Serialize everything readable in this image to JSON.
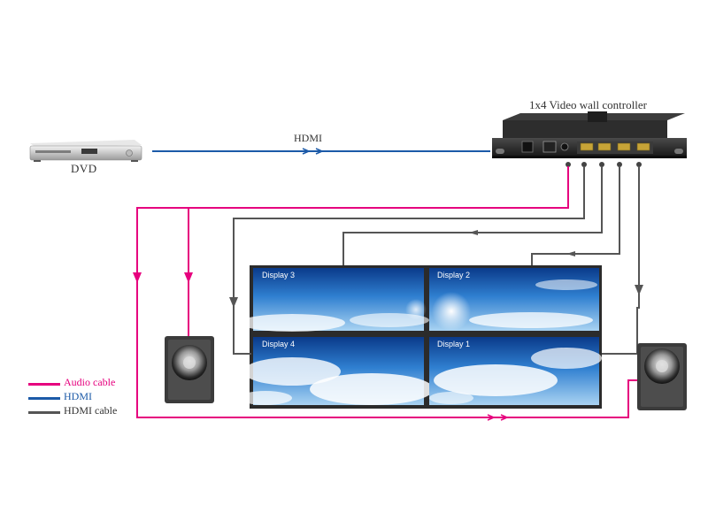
{
  "title": "1x4 Video wall controller",
  "source": {
    "label": "DVD"
  },
  "link_label": "HDMI",
  "displays": [
    {
      "label": "Display 3"
    },
    {
      "label": "Display 2"
    },
    {
      "label": "Display 4"
    },
    {
      "label": "Display 1"
    }
  ],
  "legend": [
    {
      "label": "Audio cable",
      "color": "#e6007e"
    },
    {
      "label": "HDMI",
      "color": "#1c5aa8"
    },
    {
      "label": "HDMI cable",
      "color": "#555555"
    }
  ],
  "colors": {
    "audio": "#e6007e",
    "hdmi": "#1c5aa8",
    "hdmi_cable": "#555555"
  }
}
